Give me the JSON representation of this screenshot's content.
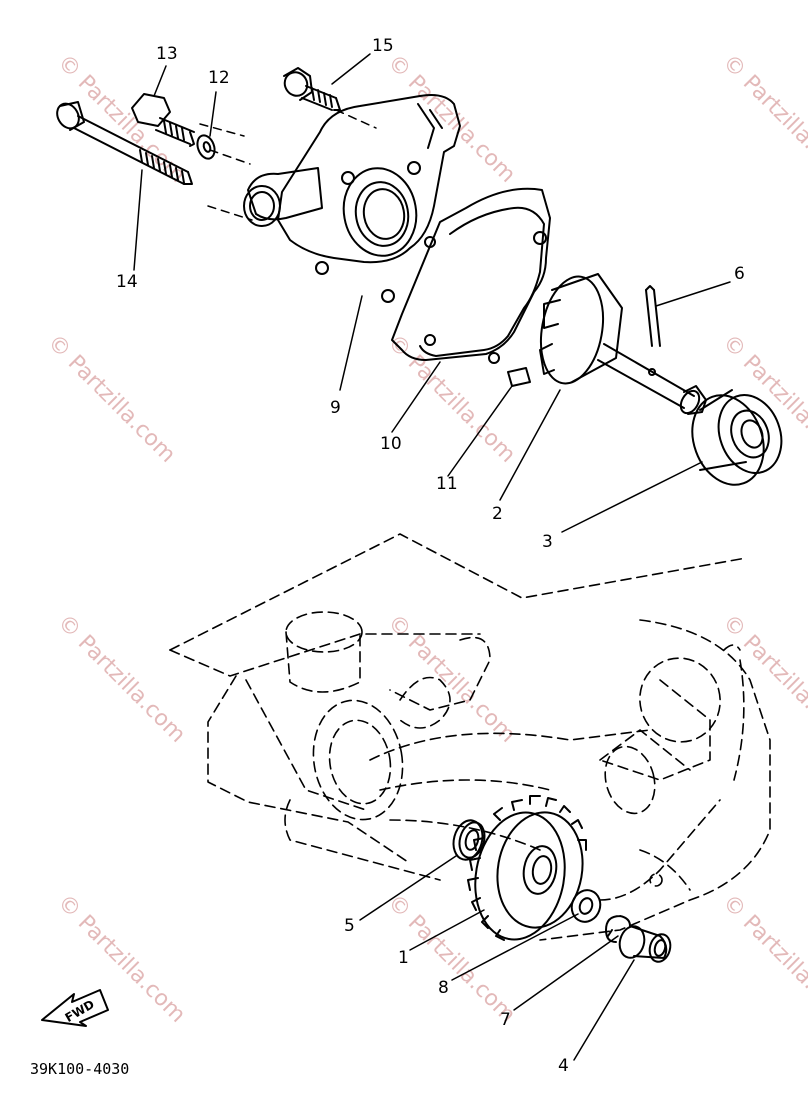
{
  "diagram": {
    "callouts": [
      "1",
      "2",
      "3",
      "4",
      "5",
      "6",
      "7",
      "8",
      "9",
      "10",
      "11",
      "12",
      "13",
      "14",
      "15"
    ],
    "part_code": "39K100-4030",
    "fwd_label": "FWD",
    "watermark": "© Partzilla.com"
  },
  "colors": {
    "line": "#000000",
    "watermark": "#e3b9b9"
  },
  "icons": [
    "fwd-arrow-icon"
  ]
}
